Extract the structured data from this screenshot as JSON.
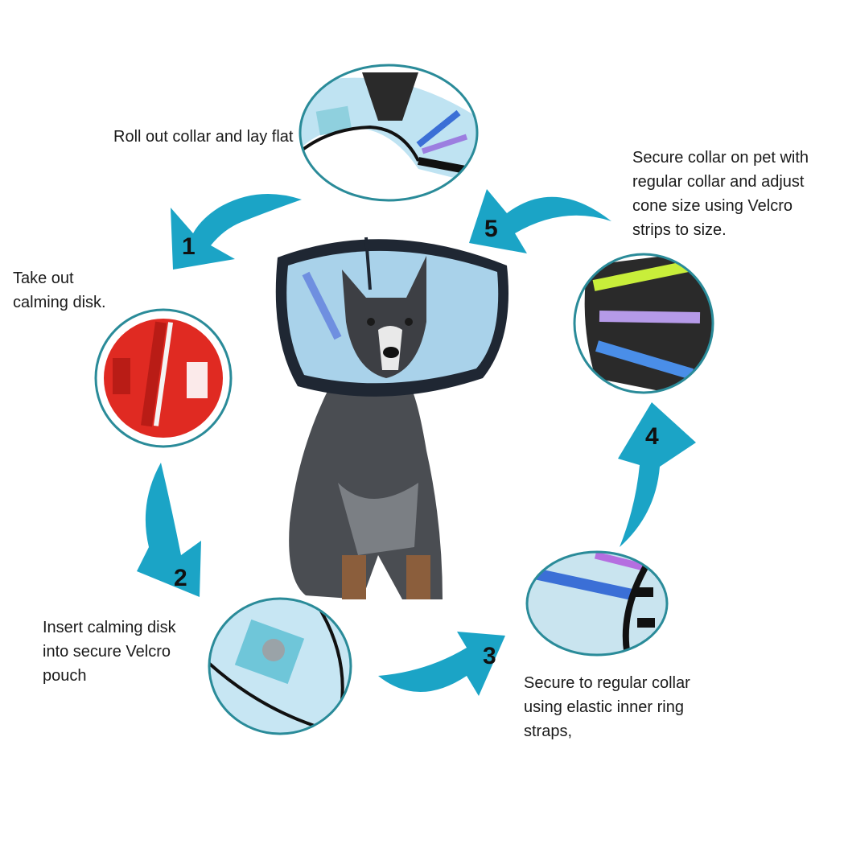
{
  "colors": {
    "arrow": "#1ba4c6",
    "ring": "#2a8b99",
    "disk": "#e02a22",
    "cone": "#a9d2ea",
    "cone_edge": "#1f2733"
  },
  "steps": [
    {
      "number": "1",
      "caption": "Take out calming disk.",
      "icon": "red-calming-disk"
    },
    {
      "number": "2",
      "caption": "Insert calming disk into secure Velcro pouch",
      "icon": "velcro-pouch"
    },
    {
      "number": "3",
      "caption": "Secure to regular collar using elastic inner ring straps,",
      "icon": "inner-ring-straps"
    },
    {
      "number": "4",
      "caption": "Secure collar on pet with regular collar and adjust cone size using Velcro strips to size.",
      "icon": "velcro-strips"
    },
    {
      "number": "5",
      "caption": "",
      "icon": "dog-wearing-cone"
    }
  ],
  "intro_caption": "Roll out collar and lay flat"
}
